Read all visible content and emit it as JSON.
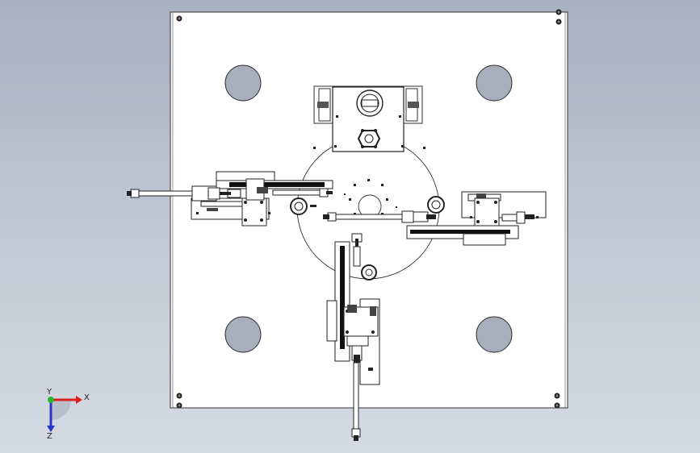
{
  "viewport": {
    "background_top": "#a7b0c1",
    "background_bottom": "#d6dae3"
  },
  "triad": {
    "x_label": "X",
    "y_label": "Y",
    "z_label": "Z",
    "x_color": "#d9201c",
    "y_color": "#2db52d",
    "z_color": "#2a34c8"
  }
}
